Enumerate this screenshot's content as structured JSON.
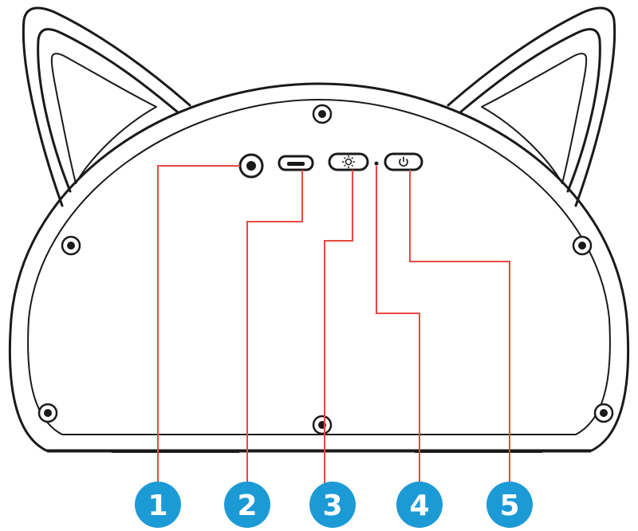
{
  "colors": {
    "outline": "#1a1a1a",
    "leader_line": "#e8483f",
    "badge_fill": "#1c9ad6",
    "background": "#ffffff"
  },
  "callouts": [
    {
      "number": "1",
      "target": "audio-jack-port"
    },
    {
      "number": "2",
      "target": "micro-usb-port"
    },
    {
      "number": "3",
      "target": "light-toggle-switch"
    },
    {
      "number": "4",
      "target": "indicator-led"
    },
    {
      "number": "5",
      "target": "power-switch"
    }
  ],
  "icons": {
    "light_switch": "sun-icon",
    "power_switch": "power-icon"
  }
}
